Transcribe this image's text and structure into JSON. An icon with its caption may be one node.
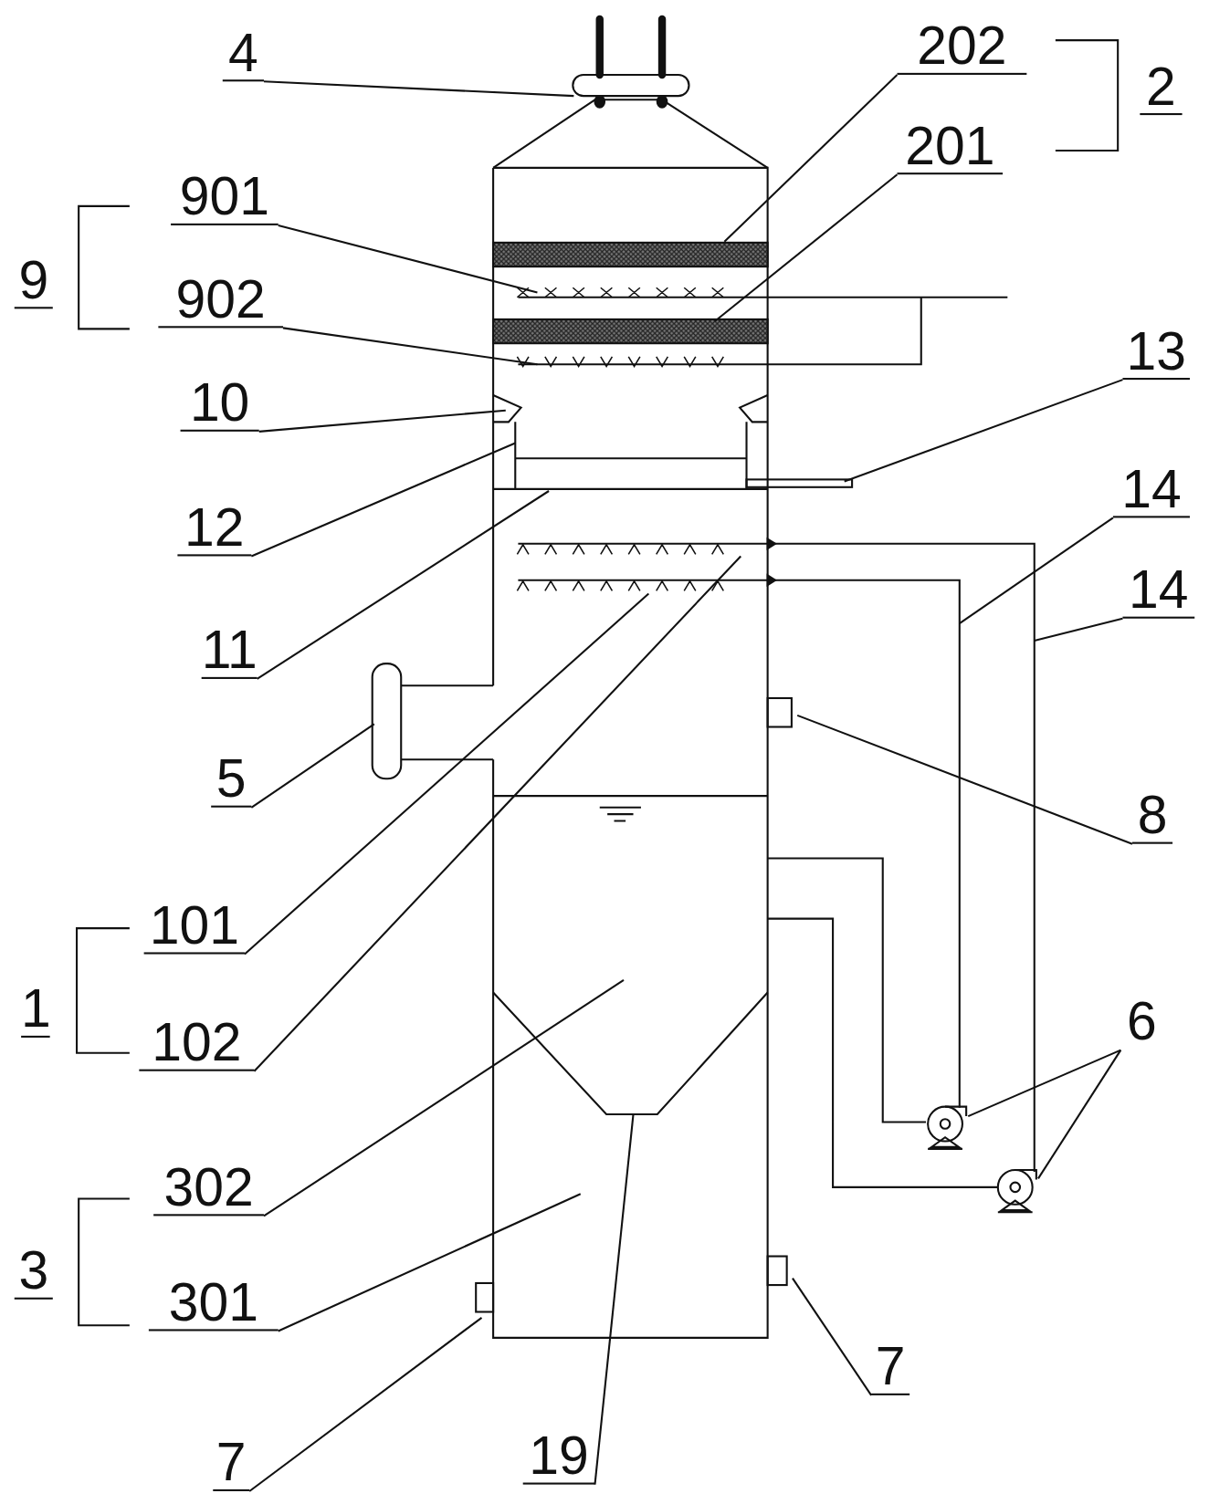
{
  "diagram": {
    "nodes": [
      {
        "text": [
          "4"
        ]
      },
      {
        "text": [
          "202"
        ]
      },
      {
        "text": [
          "201"
        ]
      },
      {
        "text": [
          "901"
        ]
      },
      {
        "text": [
          "902"
        ]
      },
      {
        "text": [
          "10"
        ]
      },
      {
        "text": [
          "13"
        ]
      },
      {
        "text": [
          "12"
        ]
      },
      {
        "text": [
          "14"
        ]
      },
      {
        "text": [
          "11"
        ]
      },
      {
        "text": [
          "14"
        ]
      },
      {
        "text": [
          "5"
        ]
      },
      {
        "text": [
          "8"
        ]
      },
      {
        "text": [
          "101"
        ]
      },
      {
        "text": [
          "102"
        ]
      },
      {
        "text": [
          "6"
        ]
      },
      {
        "text": [
          "302"
        ]
      },
      {
        "text": [
          "301"
        ]
      },
      {
        "text": [
          "7"
        ]
      },
      {
        "text": [
          "7"
        ]
      },
      {
        "text": [
          "19"
        ]
      }
    ],
    "edges": [
      {
        "from": 0,
        "to": null,
        "arrow": "none"
      },
      {
        "from": 1,
        "to": null,
        "arrow": "none"
      },
      {
        "from": 2,
        "to": null,
        "arrow": "none"
      },
      {
        "from": 3,
        "to": null,
        "arrow": "none"
      },
      {
        "from": 4,
        "to": null,
        "arrow": "none"
      },
      {
        "from": 5,
        "to": null,
        "arrow": "none"
      },
      {
        "from": 6,
        "to": null,
        "arrow": "none"
      },
      {
        "from": 7,
        "to": null,
        "arrow": "none"
      },
      {
        "from": 8,
        "to": null,
        "arrow": "none"
      },
      {
        "from": 9,
        "to": null,
        "arrow": "none"
      },
      {
        "from": 10,
        "to": null,
        "arrow": "none"
      },
      {
        "from": 11,
        "to": null,
        "arrow": "none"
      },
      {
        "from": 12,
        "to": null,
        "arrow": "none"
      },
      {
        "from": 13,
        "to": null,
        "arrow": "none"
      },
      {
        "from": 14,
        "to": null,
        "arrow": "none"
      },
      {
        "from": 15,
        "to": null,
        "arrow": "none"
      },
      {
        "from": 15,
        "to": null,
        "arrow": "none"
      },
      {
        "from": 16,
        "to": null,
        "arrow": "none"
      },
      {
        "from": 17,
        "to": null,
        "arrow": "none"
      },
      {
        "from": 18,
        "to": null,
        "arrow": "none"
      },
      {
        "from": 19,
        "to": null,
        "arrow": "none"
      },
      {
        "from": 20,
        "to": null,
        "arrow": "none"
      }
    ],
    "labels": [
      "2",
      "9",
      "1",
      "3"
    ]
  }
}
